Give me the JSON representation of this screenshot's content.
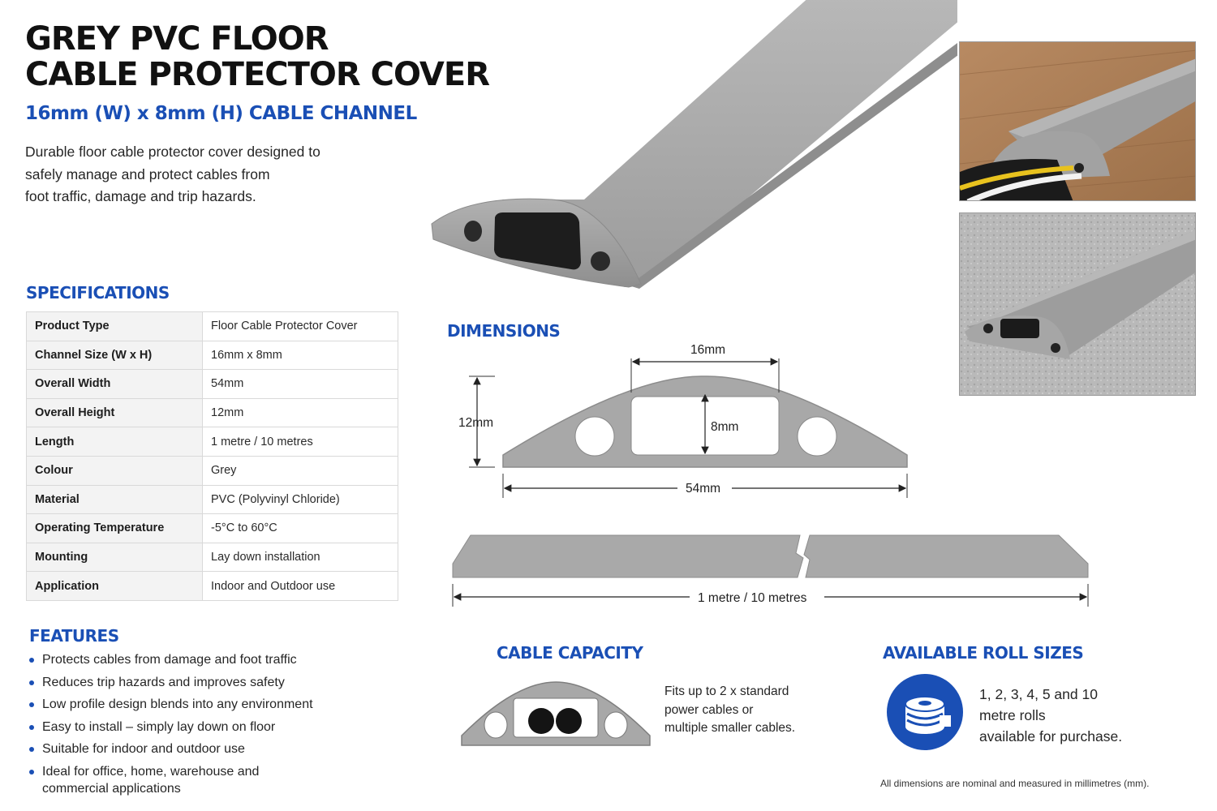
{
  "title_line1": "GREY PVC FLOOR",
  "title_line2": "CABLE PROTECTOR COVER",
  "subtitle": "16mm (W) x 8mm (H) CABLE CHANNEL",
  "intro_lines": [
    "Durable floor cable protector cover designed to",
    "safely manage and protect cables from",
    "foot traffic, damage and trip hazards."
  ],
  "specifications": {
    "heading": "SPECIFICATIONS",
    "rows": [
      {
        "key": "Product Type",
        "value": "Floor Cable Protector Cover"
      },
      {
        "key": "Channel Size (W x H)",
        "value": "16mm x 8mm"
      },
      {
        "key": "Overall Width",
        "value": "54mm"
      },
      {
        "key": "Overall Height",
        "value": "12mm"
      },
      {
        "key": "Length",
        "value": "1 metre / 10 metres"
      },
      {
        "key": "Colour",
        "value": "Grey"
      },
      {
        "key": "Material",
        "value": "PVC (Polyvinyl Chloride)"
      },
      {
        "key": "Operating Temperature",
        "value": "-5°C to 60°C"
      },
      {
        "key": "Mounting",
        "value": "Lay down installation"
      },
      {
        "key": "Application",
        "value": "Indoor and Outdoor use"
      }
    ]
  },
  "features": {
    "heading": "FEATURES",
    "items": [
      "Protects cables from damage and foot traffic",
      "Reduces trip hazards and improves safety",
      "Low profile design blends into any environment",
      "Easy to install – simply lay down on floor",
      "Suitable for indoor and outdoor use",
      "Ideal for office, home, warehouse and commercial applications"
    ]
  },
  "dimensions": {
    "heading": "DIMENSIONS",
    "channel_width": "16mm",
    "overall_height": "12mm",
    "channel_height": "8mm",
    "overall_width": "54mm",
    "length": "1 metre / 10 metres"
  },
  "cable_capacity": {
    "heading": "CABLE CAPACITY",
    "text_lines": [
      "Fits up to 2 x standard",
      "power cables or",
      "multiple smaller cables."
    ]
  },
  "roll_sizes": {
    "heading": "AVAILABLE ROLL SIZES",
    "text_lines": [
      "1, 2, 3, 4, 5 and 10",
      "metre rolls",
      "available for purchase."
    ],
    "icon": "tape-roll-icon"
  },
  "footnote": "All dimensions are nominal and measured in millimetres (mm).",
  "colors": {
    "accent_blue": "#1a4fb5",
    "product_grey": "#a9a9a9",
    "text_dark": "#111111"
  }
}
